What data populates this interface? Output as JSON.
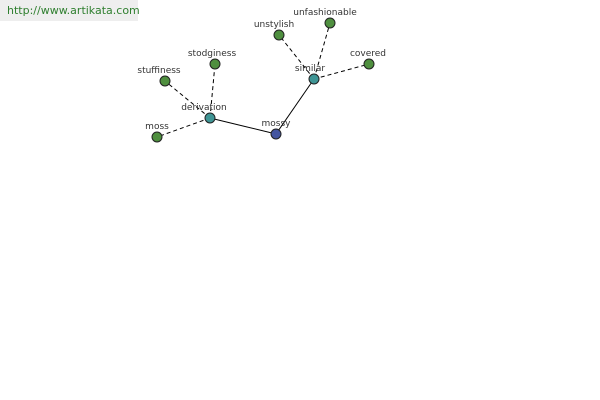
{
  "watermark": {
    "text": "http://www.artikata.com"
  },
  "colors": {
    "center": "#4455a0",
    "relation": "#3f9595",
    "leaf": "#4f8f3f",
    "edge": "#000000"
  },
  "graph": {
    "center": {
      "label": "mossy"
    },
    "relations": [
      {
        "label": "derivation",
        "children": [
          "stuffiness",
          "stodginess",
          "moss"
        ]
      },
      {
        "label": "similar",
        "children": [
          "unstylish",
          "unfashionable",
          "covered"
        ]
      }
    ]
  }
}
